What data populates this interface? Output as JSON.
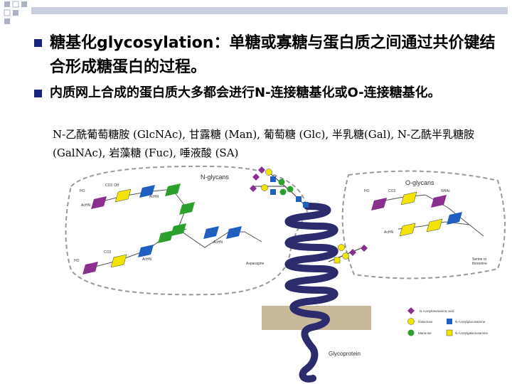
{
  "bullets": [
    {
      "lead": "糖基化",
      "term": "glycosylation",
      "rest": "：单糖或寡糖与蛋白质之间通过共价键结合形成糖蛋白的过程。"
    },
    {
      "text": "内质网上合成的蛋白质大多都会进行N-连接糖基化或O-连接糖基化。"
    }
  ],
  "note": "N-乙酰葡萄糖胺 (GlcNAc), 甘露糖 (Man), 葡萄糖 (Glc), 半乳糖(Gal), N-乙酰半乳糖胺 (GalNAc), 岩藻糖 (Fuc), 唾液酸 (SA)",
  "figure": {
    "n_glycans": "N-glycans",
    "o_glycans": "O-glycans",
    "asparagine": "Asparagine",
    "serine": "Serine or",
    "threonine": "threonine",
    "glycoprotein": "Glycoprotein",
    "legend": [
      {
        "label": "N-Acetylneuraminic acid",
        "shape": "diamond",
        "color": "#8b2f8f"
      },
      {
        "label": "Galactose",
        "shape": "circle",
        "color": "#f2e600"
      },
      {
        "label": "Mannose",
        "shape": "circle",
        "color": "#2ca02c"
      },
      {
        "label": "N-Acetylglucosamine",
        "shape": "square",
        "color": "#1f5fbf"
      },
      {
        "label": "N-Acetylgalactosamine",
        "shape": "square",
        "color": "#f2e600"
      }
    ],
    "ring_labels": [
      "HO",
      "OH",
      "AcHN",
      "CO2",
      "NHAc",
      "HO",
      "OH"
    ],
    "colors": {
      "protein": "#2b2b6e",
      "membrane": "#c7b99a",
      "border": "#9a9a9a"
    }
  }
}
